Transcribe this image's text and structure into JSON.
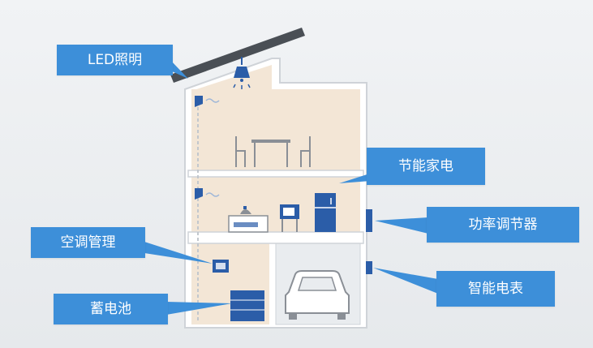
{
  "labels": {
    "led": "LED照明",
    "appliances": "节能家电",
    "power_regulator": "功率调节器",
    "aircon": "空调管理",
    "smart_meter": "智能电表",
    "battery": "蓄电池"
  },
  "colors": {
    "callout": "#3d8fd9",
    "house_fill": "#f3e6d6",
    "wall": "#cfd3d8",
    "device_blue": "#2b5da8",
    "roof": "#4a4f55"
  }
}
